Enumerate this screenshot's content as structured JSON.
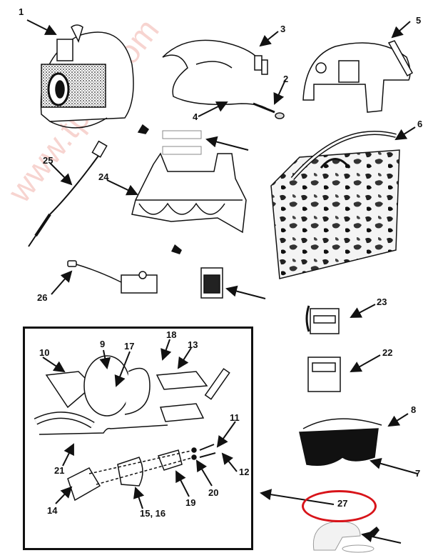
{
  "diagram": {
    "subject": "Helmet assembly exploded parts illustration",
    "watermark": "www.tpub.com",
    "highlight_color": "#d8141a",
    "ink_color": "#111111",
    "callouts": [
      {
        "id": "1",
        "label": "1",
        "part": "helmet"
      },
      {
        "id": "2",
        "label": "2",
        "part": "microphone"
      },
      {
        "id": "3",
        "label": "3",
        "part": "connector cord"
      },
      {
        "id": "4",
        "label": "4",
        "part": "earphone cord harness"
      },
      {
        "id": "5",
        "label": "5",
        "part": "visor housing"
      },
      {
        "id": "6",
        "label": "6",
        "part": "helmet bag (camouflage)"
      },
      {
        "id": "7",
        "label": "7",
        "part": "dark visor"
      },
      {
        "id": "8",
        "label": "8",
        "part": "visor strap"
      },
      {
        "id": "9",
        "label": "9",
        "part": "earcup plate"
      },
      {
        "id": "10",
        "label": "10",
        "part": "strap buckle"
      },
      {
        "id": "11",
        "label": "11",
        "part": "screw"
      },
      {
        "id": "12",
        "label": "12",
        "part": "screw"
      },
      {
        "id": "13",
        "label": "13",
        "part": "nut"
      },
      {
        "id": "14",
        "label": "14",
        "part": "earcup block"
      },
      {
        "id": "15_16",
        "label": "15, 16",
        "part": "spacer"
      },
      {
        "id": "17",
        "label": "17",
        "part": "fastener"
      },
      {
        "id": "18",
        "label": "18",
        "part": "washer"
      },
      {
        "id": "19",
        "label": "19",
        "part": "plate"
      },
      {
        "id": "20",
        "label": "20",
        "part": "washer"
      },
      {
        "id": "21",
        "label": "21",
        "part": "cable"
      },
      {
        "id": "22",
        "label": "22",
        "part": "communications module"
      },
      {
        "id": "23",
        "label": "23",
        "part": "communications module"
      },
      {
        "id": "24",
        "label": "24",
        "part": "goggle mount"
      },
      {
        "id": "25",
        "label": "25",
        "part": "adapter cord"
      },
      {
        "id": "26",
        "label": "26",
        "part": "switch assembly"
      },
      {
        "id": "27",
        "label": "27",
        "part": "liner / detail assembly (highlighted)"
      }
    ]
  }
}
